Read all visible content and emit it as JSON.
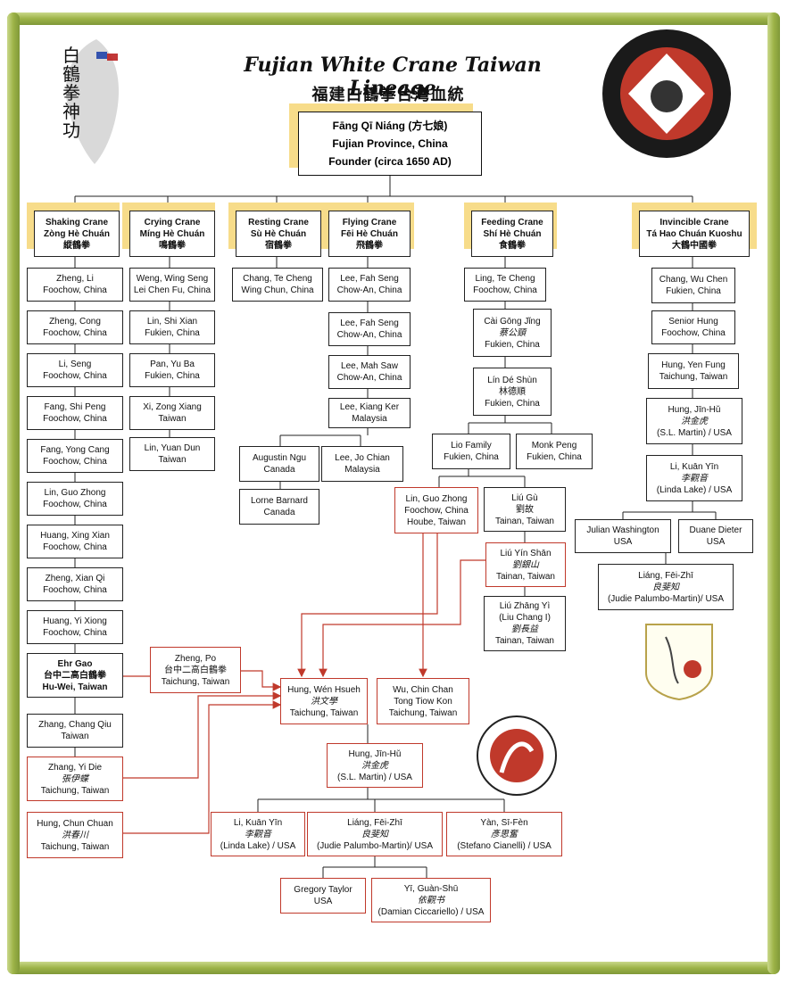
{
  "title": "Fujian White Crane Taiwan Lineage",
  "subtitle": "福建白鶴拳台灣血統",
  "founder": {
    "line1": "Fāng Qī Niáng (方七娘)",
    "line2": "Fujian Province, China",
    "line3": "Founder (circa 1650 AD)"
  },
  "logo_text": "白鶴拳神功",
  "branches": [
    {
      "name": "Shaking Crane",
      "pinyin": "Zòng Hè Chuán",
      "zh": "縱鶴拳"
    },
    {
      "name": "Crying Crane",
      "pinyin": "Míng Hè Chuán",
      "zh": "鳴鶴拳"
    },
    {
      "name": "Resting Crane",
      "pinyin": "Sù Hè Chuán",
      "zh": "宿鶴拳"
    },
    {
      "name": "Flying Crane",
      "pinyin": "Fēi Hè Chuán",
      "zh": "飛鶴拳"
    },
    {
      "name": "Feeding Crane",
      "pinyin": "Shí Hè Chuán",
      "zh": "食鶴拳"
    },
    {
      "name": "Invincible Crane",
      "pinyin": "Tá Hao Chuán Kuoshu",
      "zh": "大鶴中國拳"
    }
  ],
  "shaking": [
    [
      "Zheng, Li",
      "Foochow, China"
    ],
    [
      "Zheng, Cong",
      "Foochow, China"
    ],
    [
      "Li, Seng",
      "Foochow, China"
    ],
    [
      "Fang, Shi Peng",
      "Foochow, China"
    ],
    [
      "Fang, Yong Cang",
      "Foochow, China"
    ],
    [
      "Lin, Guo Zhong",
      "Foochow, China"
    ],
    [
      "Huang, Xing Xian",
      "Foochow, China"
    ],
    [
      "Zheng, Xian Qi",
      "Foochow, China"
    ],
    [
      "Huang, Yi Xiong",
      "Foochow, China"
    ]
  ],
  "ehr_gao": [
    "Ehr Gao",
    "台中二高白鶴拳",
    "Hu-Wei, Taiwan"
  ],
  "zhang_chang": [
    "Zhang, Chang Qiu",
    "Taiwan"
  ],
  "zhang_yi": [
    "Zhang, Yi Die",
    "張伊蝶",
    "Taichung, Taiwan"
  ],
  "hung_chun": [
    "Hung, Chun Chuan",
    "洪春川",
    "Taichung, Taiwan"
  ],
  "zheng_po": [
    "Zheng, Po",
    "台中二高白鶴拳",
    "Taichung, Taiwan"
  ],
  "crying": [
    [
      "Weng, Wing Seng",
      "Lei Chen Fu, China"
    ],
    [
      "Lin, Shi Xian",
      "Fukien, China"
    ],
    [
      "Pan, Yu Ba",
      "Fukien, China"
    ],
    [
      "Xi, Zong Xiang",
      "Taiwan"
    ],
    [
      "Lin, Yuan Dun",
      "Taiwan"
    ]
  ],
  "resting": [
    [
      "Chang, Te Cheng",
      "Wing Chun, China"
    ]
  ],
  "flying": [
    [
      "Lee, Fah Seng",
      "Chow-An, China"
    ],
    [
      "Lee, Fah Seng",
      "Chow-An, China"
    ],
    [
      "Lee, Mah Saw",
      "Chow-An, China"
    ],
    [
      "Lee, Kiang Ker",
      "Malaysia"
    ]
  ],
  "augustin": [
    "Augustin Ngu",
    "Canada"
  ],
  "lee_jo": [
    "Lee, Jo Chian",
    "Malaysia"
  ],
  "lorne": [
    "Lorne Barnard",
    "Canada"
  ],
  "feeding": [
    [
      "Ling, Te Cheng",
      "Foochow, China"
    ],
    [
      "Cài Gōng Jǐng",
      "蔡公頸",
      "Fukien, China"
    ],
    [
      "Lín Dé Shùn",
      "林德順",
      "Fukien, China"
    ]
  ],
  "lio": [
    "Lio Family",
    "Fukien, China"
  ],
  "monk": [
    "Monk Peng",
    "Fukien, China"
  ],
  "lin_guo_red": [
    "Lin, Guo Zhong",
    "Foochow, China",
    "Hoube, Taiwan"
  ],
  "liu_gu": [
    "Liú Gù",
    "劉故",
    "Tainan, Taiwan"
  ],
  "liu_yin": [
    "Liú Yín Shān",
    "劉銀山",
    "Tainan, Taiwan"
  ],
  "liu_zhang": [
    "Liú Zhāng Yì",
    "(Liu Chang I)",
    "劉長益",
    "Tainan, Taiwan"
  ],
  "invincible": [
    [
      "Chang, Wu Chen",
      "Fukien, China"
    ],
    [
      "Senior Hung",
      "Foochow, China"
    ],
    [
      "Hung, Yen Fung",
      "Taichung, Taiwan"
    ],
    [
      "Hung, Jīn-Hǔ",
      "洪金虎",
      "(S.L. Martin) / USA"
    ],
    [
      "Li, Kuān Yīn",
      "李觀音",
      "(Linda Lake) / USA"
    ]
  ],
  "julian": [
    "Julian Washington",
    "USA"
  ],
  "duane": [
    "Duane Dieter",
    "USA"
  ],
  "liang_right": [
    "Liáng, Fēi-Zhī",
    "良斐知",
    "(Judie Palumbo-Martin)/ USA"
  ],
  "hung_wen": [
    "Hung, Wén Hsueh",
    "洪文學",
    "Taichung, Taiwan"
  ],
  "wu_chin": [
    "Wu, Chin Chan",
    "Tong Tiow Kon",
    "Taichung, Taiwan"
  ],
  "hung_jin_center": [
    "Hung, Jīn-Hǔ",
    "洪金虎",
    "(S.L. Martin) / USA"
  ],
  "li_kuan_bottom": [
    "Li, Kuān Yīn",
    "李觀音",
    "(Linda Lake) / USA"
  ],
  "liang_bottom": [
    "Liáng, Fēi-Zhī",
    "良斐知",
    "(Judie Palumbo-Martin)/ USA"
  ],
  "yan": [
    "Yàn, Sī-Fèn",
    "彥思奮",
    "(Stefano Cianelli) / USA"
  ],
  "gregory": [
    "Gregory Taylor",
    "USA"
  ],
  "yi_guan": [
    "Yī, Guàn-Shū",
    "依觀书",
    "(Damian Ciccariello) / USA"
  ],
  "colors": {
    "border": "#222222",
    "red": "#c0392b",
    "highlight": "#f7dc8a",
    "bamboo": "#9db347"
  }
}
